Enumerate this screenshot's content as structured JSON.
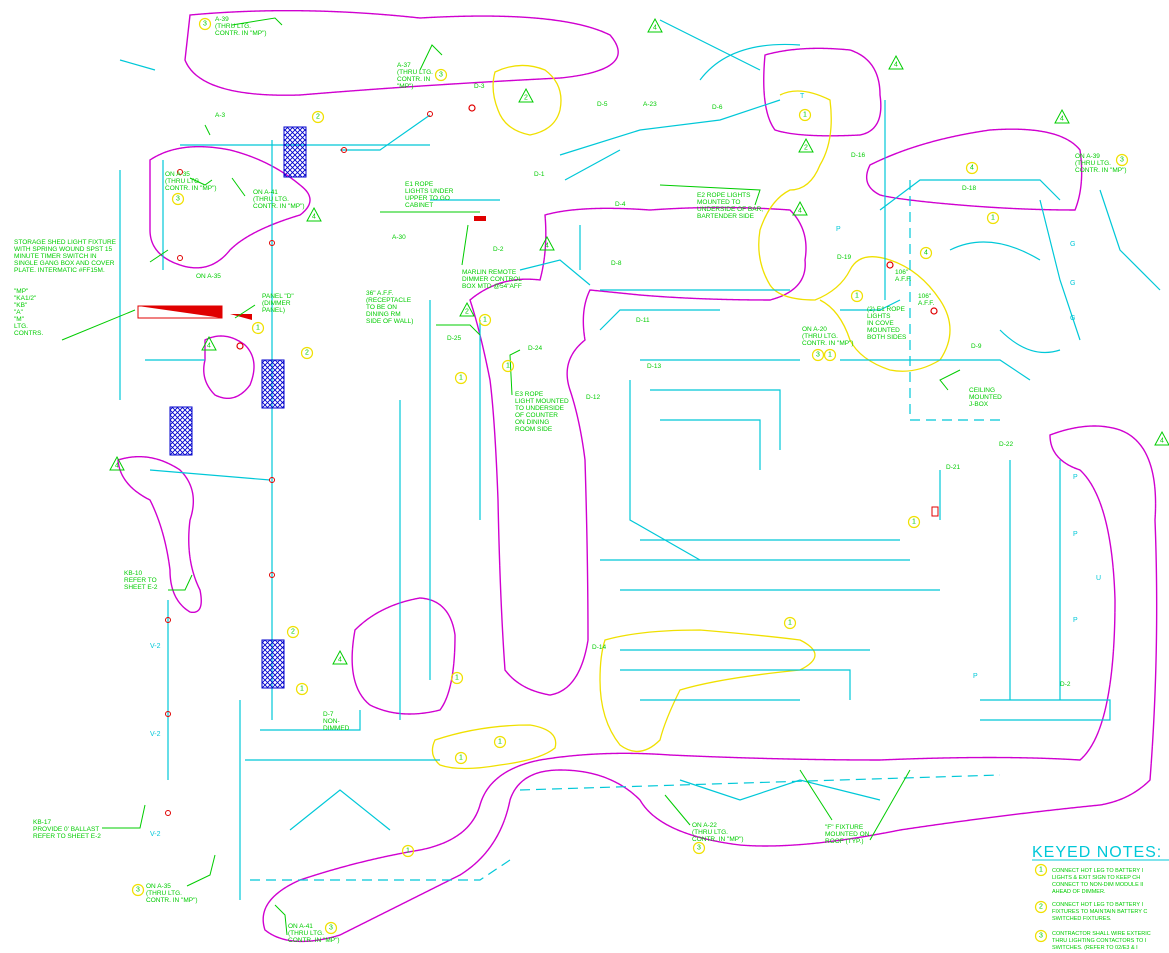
{
  "labels": {
    "a39_top": [
      "A-39",
      "(THRU LTG.",
      "CONTR. IN \"MP\")"
    ],
    "a37": [
      "A-37",
      "(THRU LTG.",
      "CONTR. IN",
      "\"MP\")"
    ],
    "a3": "A-3",
    "on_a35_top": [
      "ON A-35",
      "(THRU LTG.",
      "CONTR. IN \"MP\")"
    ],
    "on_a41_top": [
      "ON A-41",
      "(THRU LTG.",
      "CONTR. IN \"MP\")"
    ],
    "on_a35_mid": "ON A-35",
    "storage": [
      "STORAGE SHED LIGHT FIXTURE",
      "WITH SPRING WOUND SPST 15",
      "MINUTE TIMER SWITCH IN",
      "SINGLE GANG BOX AND COVER",
      "PLATE. INTERMATIC #FF15M."
    ],
    "legend_left": [
      "\"MP\"",
      "\"KA1/2\"",
      "\"KB\"",
      "\"A\"",
      "\"M\"",
      "LTG.",
      "CONTRS."
    ],
    "panel_d": [
      "PANEL \"D\"",
      "(DIMMER",
      "PANEL)"
    ],
    "e1_rope": [
      "E1 ROPE",
      "LIGHTS UNDER",
      "UPPER TO GO",
      "CABINET"
    ],
    "a30": "A-30",
    "marlin": [
      "MARLIN REMOTE",
      "DIMMER CONTROL",
      "BOX MTD @54\"AFF"
    ],
    "receptacle": [
      "36\" A.F.F.",
      "(RECEPTACLE",
      "TO BE ON",
      "DINING RM",
      "SIDE OF WALL)"
    ],
    "d25": "D-25",
    "d24": "D-24",
    "e3_rope": [
      "E3 ROPE",
      "LIGHT MOUNTED",
      "TO UNDERSIDE",
      "OF COUNTER",
      "ON DINING",
      "ROOM SIDE"
    ],
    "d12": "D-12",
    "d11": "D-11",
    "d13": "D-13",
    "d1": "D-1",
    "d2_top": "D-2",
    "d3": "D-3",
    "d4": "D-4",
    "d5": "D-5",
    "d6": "D-6",
    "d8": "D-8",
    "d9": "D-9",
    "d14": "D-14",
    "d16": "D-16",
    "d18": "D-18",
    "d19": "D-19",
    "d21": "D-21",
    "d22": "D-22",
    "d2_right": "D-2",
    "a23": "A-23",
    "e2_rope": [
      "E2 ROPE LIGHTS",
      "MOUNTED TO",
      "UNDERSIDE OF BAR,",
      "BARTENDER SIDE"
    ],
    "on_a39_right": [
      "ON A-39",
      "(THRU LTG.",
      "CONTR. IN \"MP\")"
    ],
    "on_a20": [
      "ON A-20",
      "(THRU LTG.",
      "CONTR. IN \"MP\")"
    ],
    "e1_cove": [
      "(2) E1 ROPE",
      "LIGHTS",
      "IN COVE",
      "MOUNTED",
      "BOTH SIDES"
    ],
    "aff_66": [
      "106\"",
      "A.F.F."
    ],
    "aff_106": [
      "106\"",
      "A.F.F."
    ],
    "ceiling": [
      "CEILING",
      "MOUNTED",
      "J-BOX"
    ],
    "kb10": [
      "KB-10",
      "REFER TO",
      "SHEET E-2"
    ],
    "d7": [
      "D-7",
      "NON-",
      "DIMMED"
    ],
    "kb17": [
      "KB-17",
      "PROVIDE 0' BALLAST",
      "REFER TO SHEET E-2"
    ],
    "on_a35_bot": [
      "ON A-35",
      "(THRU LTG.",
      "CONTR. IN \"MP\")"
    ],
    "on_a41_bot": [
      "ON A-41",
      "(THRU LTG.",
      "CONTR. IN \"MP\")"
    ],
    "on_a22": [
      "ON A-22",
      "(THRU LTG.",
      "CONTR. IN \"MP\")"
    ],
    "fixture_roof": [
      "\"F\" FIXTURE",
      "MOUNTED ON",
      "ROOF (TYP.)"
    ],
    "v2_a": "V-2",
    "v2_b": "V-2",
    "v2_c": "V-2",
    "p": "P",
    "g": "G",
    "u": "U",
    "t": "T"
  },
  "keyed_notes": {
    "title": "KEYED NOTES:",
    "notes": [
      {
        "num": "1",
        "lines": [
          "CONNECT HOT LEG TO BATTERY I",
          "LIGHTS & EXIT SIGN TO KEEP CH",
          "CONNECT TO NON-DIM MODULE II",
          "AHEAD OF DIMMER."
        ]
      },
      {
        "num": "2",
        "lines": [
          "CONNECT HOT LEG TO BATTERY I",
          "FIXTURES TO MAINTAIN BATTERY C",
          "SWITCHED FIXTURES."
        ]
      },
      {
        "num": "3",
        "lines": [
          "CONTRACTOR SHALL WIRE EXTERIC",
          "THRU LIGHTING CONTACTORS TO I",
          "SWITCHES. (REFER TO 02/E3 & I"
        ]
      }
    ]
  },
  "markers": {
    "one": "1",
    "two": "2",
    "three": "3",
    "four": "4",
    "rev": "4"
  },
  "colors": {
    "circuit": "#00c8d8",
    "text": "#00cc00",
    "cloud": "#d000d0",
    "highlight": "#f0e000",
    "device": "#e00000",
    "panel": "#0000cc"
  }
}
